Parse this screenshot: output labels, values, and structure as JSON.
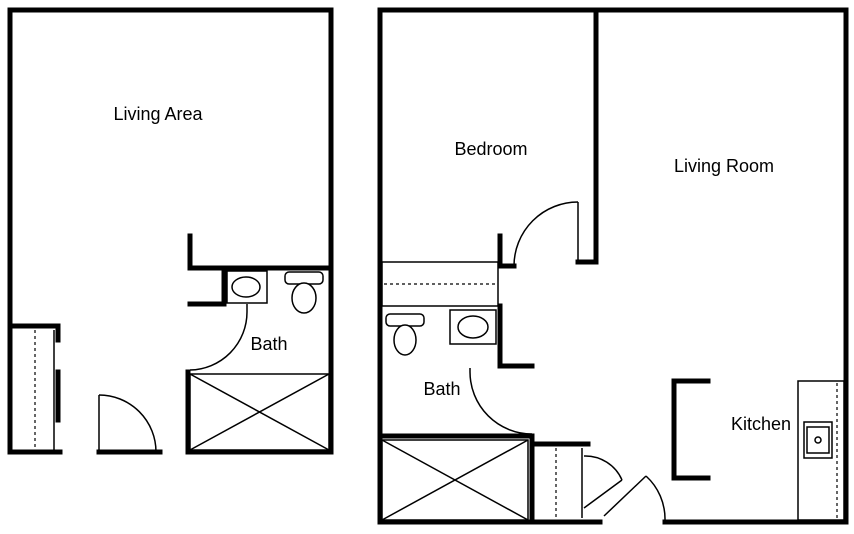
{
  "unit_a": {
    "rooms": [
      {
        "label": "Living Area"
      },
      {
        "label": "Bath"
      }
    ]
  },
  "unit_b": {
    "rooms": [
      {
        "label": "Bedroom"
      },
      {
        "label": "Living Room"
      },
      {
        "label": "Bath"
      },
      {
        "label": "Kitchen"
      }
    ]
  },
  "colors": {
    "ink": "#000000",
    "paper": "#ffffff"
  }
}
